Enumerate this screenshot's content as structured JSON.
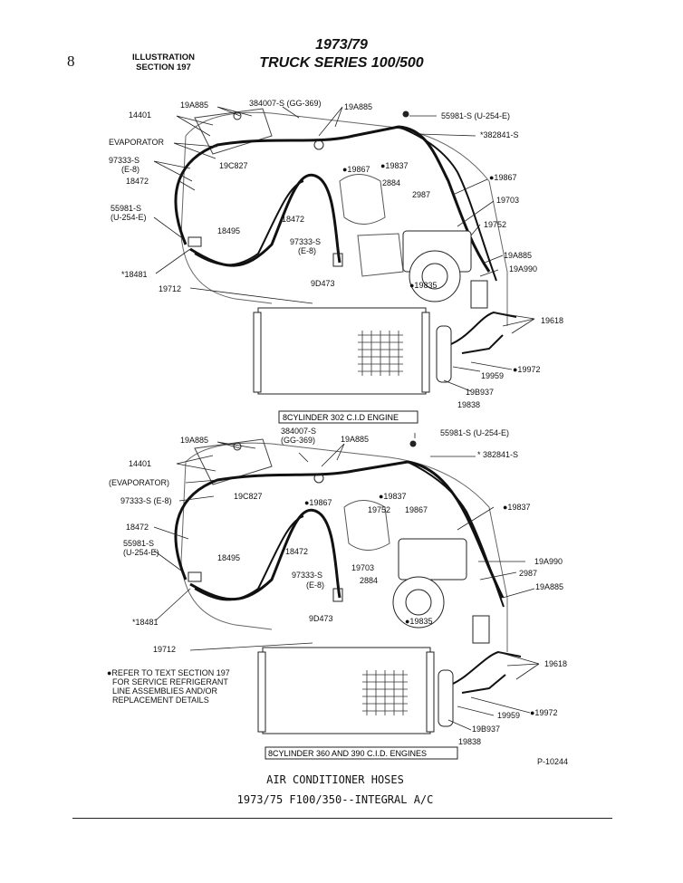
{
  "header": {
    "page_number": "8",
    "illustration_line1": "ILLUSTRATION",
    "illustration_line2": "SECTION 197",
    "title_line1": "1973/79",
    "title_line2": "TRUCK SERIES 100/500"
  },
  "top_diagram": {
    "engine_label": "8CYLINDER 302 C.I.D ENGINE",
    "labels": {
      "l_19A885_a": "19A885",
      "l_384007": "384007-S (GG-369)",
      "l_19A885_b": "19A885",
      "l_14401": "14401",
      "l_55981_r": "55981-S (U-254-E)",
      "l_382841": "*382841-S",
      "l_evap": "EVAPORATOR",
      "l_97333": "97333-S",
      "l_e8": "(E-8)",
      "l_19C827": "19C827",
      "l_19867_a": "●19867",
      "l_19837": "●19837",
      "l_19867_b": "●19867",
      "l_18472_a": "18472",
      "l_2884": "2884",
      "l_2987": "2987",
      "l_19703": "19703",
      "l_55981_l1": "55981-S",
      "l_55981_l2": "(U-254-E)",
      "l_18472_b": "18472",
      "l_19752": "19752",
      "l_18495": "18495",
      "l_97333_b1": "97333-S",
      "l_97333_b2": "(E-8)",
      "l_19A885_c": "19A885",
      "l_19A990": "19A990",
      "l_18481": "*18481",
      "l_9D473": "9D473",
      "l_19835": "●19835",
      "l_19712": "19712",
      "l_19618": "19618",
      "l_19972": "●19972",
      "l_19959": "19959",
      "l_19B937": "19B937",
      "l_19838": "19838"
    }
  },
  "bottom_diagram": {
    "engine_label": "8CYLINDER 360 AND 390 C.I.D. ENGINES",
    "labels": {
      "l_19A885_a": "19A885",
      "l_384007_1": "384007-S",
      "l_384007_2": "(GG-369)",
      "l_19A885_b": "19A885",
      "l_55981_r": "55981-S (U-254-E)",
      "l_382841": "* 382841-S",
      "l_14401": "14401",
      "l_evap": "(EVAPORATOR)",
      "l_97333": "97333-S (E-8)",
      "l_19C827": "19C827",
      "l_19867_a": "●19867",
      "l_19837_a": "●19837",
      "l_19752": "19752",
      "l_19867_b": "19867",
      "l_19837_b": "●19837",
      "l_18472_a": "18472",
      "l_55981_l1": "55981-S",
      "l_55981_l2": "(U-254-E)",
      "l_18495": "18495",
      "l_18472_b": "18472",
      "l_19703": "19703",
      "l_19A990": "19A990",
      "l_2987": "2987",
      "l_97333_b1": "97333-S",
      "l_97333_b2": "(E-8)",
      "l_2884": "2884",
      "l_19A885_c": "19A885",
      "l_18481": "*18481",
      "l_9D473": "9D473",
      "l_19835": "●19835",
      "l_19712": "19712",
      "l_19618": "19618",
      "l_19972": "●19972",
      "l_19959": "19959",
      "l_19B937": "19B937",
      "l_19838": "19838"
    },
    "note_lines": [
      "●REFER TO TEXT SECTION 197",
      "FOR SERVICE REFRIGERANT",
      "LINE ASSEMBLIES AND/OR",
      "REPLACEMENT DETAILS"
    ]
  },
  "footer": {
    "figure_code": "P-10244",
    "caption_line1": "AIR CONDITIONER HOSES",
    "caption_line2": "1973/75  F100/350--INTEGRAL A/C"
  }
}
